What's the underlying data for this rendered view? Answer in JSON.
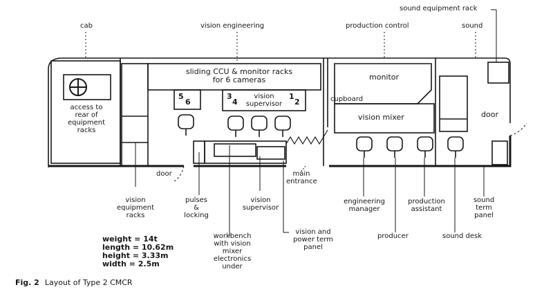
{
  "figure": {
    "caption_label": "Fig. 2",
    "caption_text": "Layout of Type 2 CMCR"
  },
  "labels": {
    "cab": "cab",
    "vision_engineering": "vision engineering",
    "production_control": "production control",
    "sound": "sound",
    "sound_equipment_rack": "sound equipment rack",
    "access_rear": [
      "access to",
      "rear of",
      "equipment",
      "racks"
    ],
    "ccu_racks": [
      "sliding CCU & monitor racks",
      "for 6 cameras"
    ],
    "cam_56": [
      "5",
      "6"
    ],
    "cam_34": [
      "3",
      "4"
    ],
    "cam_12": [
      "1",
      "2"
    ],
    "vision_supervisor_inner": [
      "vision",
      "supervisor"
    ],
    "monitor": "monitor",
    "cupboard": "cupboard",
    "vision_mixer": "vision mixer",
    "door_right": "door",
    "door_left": "door",
    "main_entrance": [
      "main",
      "entrance"
    ],
    "vision_equipment_racks": [
      "vision",
      "equipment",
      "racks"
    ],
    "pulses_locking": [
      "pulses",
      "&",
      "locking"
    ],
    "vision_supervisor": [
      "vision",
      "supervisor"
    ],
    "engineering_manager": [
      "engineering",
      "manager"
    ],
    "production_assistant": [
      "production",
      "assistant"
    ],
    "sound_term_panel": [
      "sound",
      "term",
      "panel"
    ],
    "workbench": [
      "workbench",
      "with vision",
      "mixer",
      "electronics",
      "under"
    ],
    "vision_power_term": [
      "vision and",
      "power term",
      "panel"
    ],
    "producer": "producer",
    "sound_desk": "sound desk"
  },
  "specs": [
    "weight = 14t",
    "length = 10.62m",
    "height = 3.33m",
    "width = 2.5m"
  ]
}
